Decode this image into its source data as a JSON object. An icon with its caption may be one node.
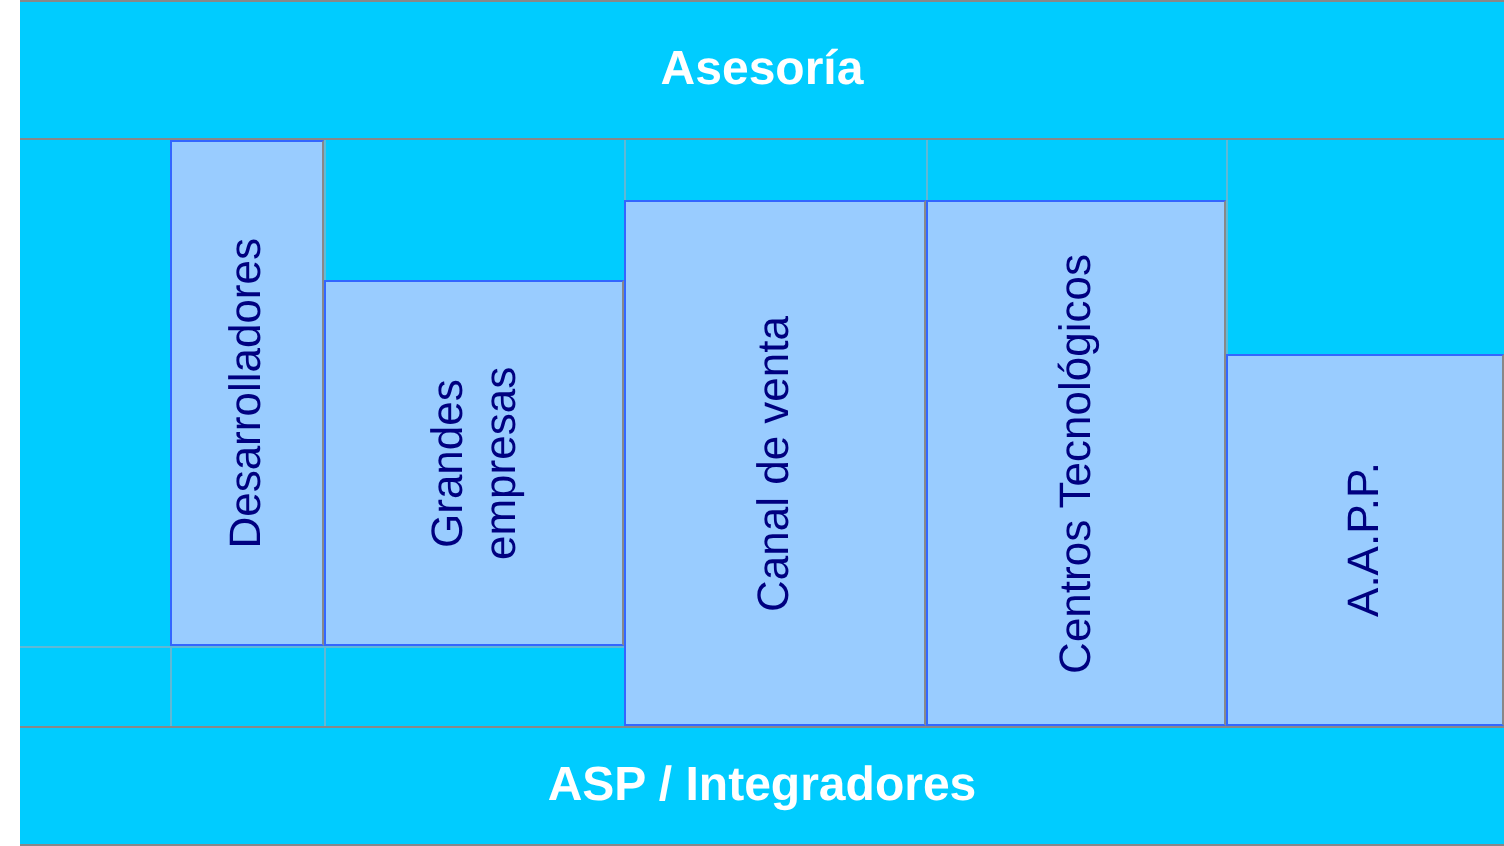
{
  "diagram": {
    "nodes": [
      {
        "text": [
          "Asesoría"
        ]
      },
      {
        "text": [
          "Desarrolladores"
        ]
      },
      {
        "text": [
          "Grandes empresas"
        ]
      },
      {
        "text": [
          "Canal de venta"
        ]
      },
      {
        "text": [
          "Centros Tecnológicos"
        ]
      },
      {
        "text": [
          "A.A.P.P."
        ]
      },
      {
        "text": [
          "ASP / Integradores"
        ]
      }
    ]
  }
}
